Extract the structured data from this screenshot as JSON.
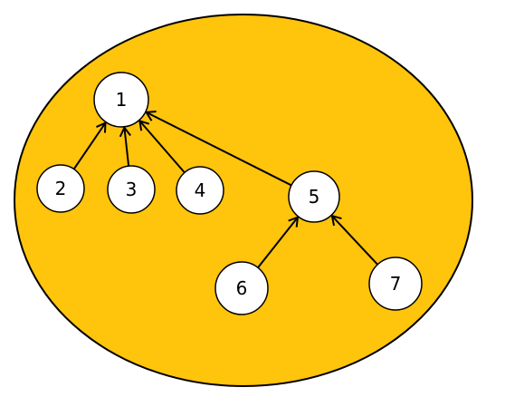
{
  "colors": {
    "background": "#ffffff",
    "blob_fill": "#ffc40c",
    "stroke": "#000000",
    "node_fill": "#ffffff"
  },
  "nodes": [
    {
      "id": "n1",
      "label": "1"
    },
    {
      "id": "n2",
      "label": "2"
    },
    {
      "id": "n3",
      "label": "3"
    },
    {
      "id": "n4",
      "label": "4"
    },
    {
      "id": "n5",
      "label": "5"
    },
    {
      "id": "n6",
      "label": "6"
    },
    {
      "id": "n7",
      "label": "7"
    }
  ],
  "edges": [
    {
      "from": "n2",
      "to": "n1"
    },
    {
      "from": "n3",
      "to": "n1"
    },
    {
      "from": "n4",
      "to": "n1"
    },
    {
      "from": "n5",
      "to": "n1"
    },
    {
      "from": "n6",
      "to": "n5"
    },
    {
      "from": "n7",
      "to": "n5"
    }
  ]
}
